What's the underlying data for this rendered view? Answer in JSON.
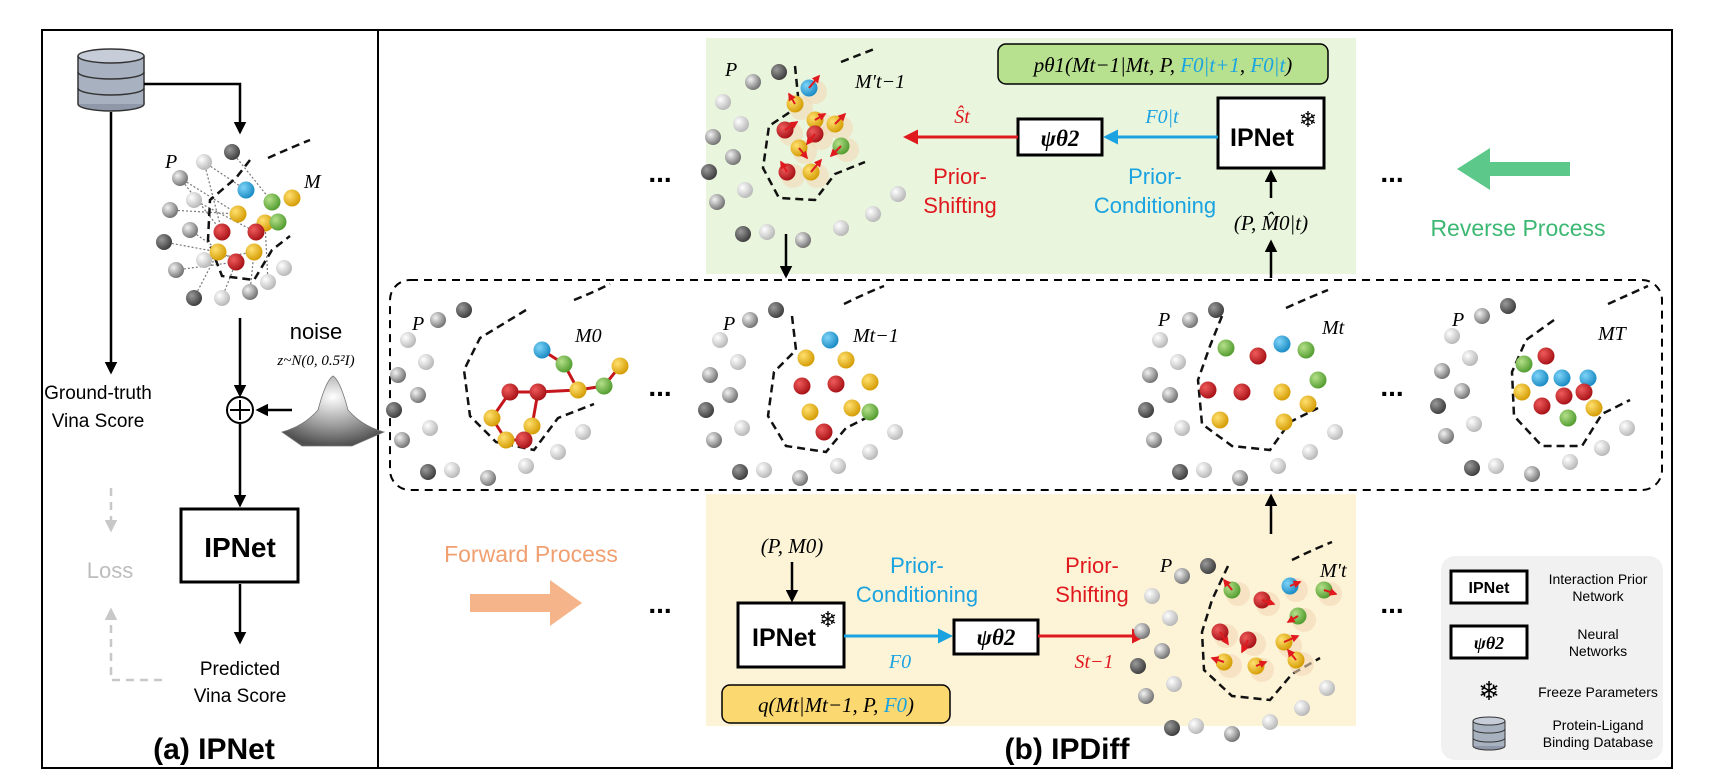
{
  "panel_a": {
    "title": "(a) IPNet",
    "pocket_P": "P",
    "pocket_M": "M",
    "noise_label": "noise",
    "noise_formula": "z~N(0, 0.5²I)",
    "gt_score_line1": "Ground-truth",
    "gt_score_line2": "Vina Score",
    "loss": "Loss",
    "ipnet_box": "IPNet",
    "pred_line1": "Predicted",
    "pred_line2": "Vina Score"
  },
  "panel_b": {
    "title": "(b) IPDiff",
    "reverse": {
      "formula_prefix": "pθ1(Mt−1|Mt, P, ",
      "formula_f1": "F0|t+1",
      "formula_comma": ", ",
      "formula_f2": "F0|t",
      "formula_suffix": ")",
      "ipnet_box": "IPNet",
      "psi_box": "ψθ2",
      "arrow_f_label": "F0|t",
      "arrow_s_label": "Ŝt",
      "prior_shifting_line1": "Prior-",
      "prior_shifting_line2": "Shifting",
      "prior_conditioning_line1": "Prior-",
      "prior_conditioning_line2": "Conditioning",
      "input_label": "(P, M̂0|t)",
      "pocket_P": "P",
      "pocket_M": "M′t−1",
      "process_label": "Reverse Process"
    },
    "middle": {
      "states": [
        {
          "P": "P",
          "M": "M0"
        },
        {
          "P": "P",
          "M": "Mt−1"
        },
        {
          "P": "P",
          "M": "Mt"
        },
        {
          "P": "P",
          "M": "MT"
        }
      ],
      "ellipsis": "..."
    },
    "forward": {
      "process_label": "Forward Process",
      "input_label": "(P, M0)",
      "ipnet_box": "IPNet",
      "psi_box": "ψθ2",
      "arrow_f_label": "F0",
      "arrow_s_label": "St−1",
      "prior_conditioning_line1": "Prior-",
      "prior_conditioning_line2": "Conditioning",
      "prior_shifting_line1": "Prior-",
      "prior_shifting_line2": "Shifting",
      "formula_prefix": "q(Mt|Mt−1, P, ",
      "formula_f": "F0",
      "formula_suffix": ")",
      "pocket_P": "P",
      "pocket_M": "M′t"
    },
    "legend": [
      {
        "symbol": "IPNet",
        "text_line1": "Interaction Prior",
        "text_line2": "Network"
      },
      {
        "symbol": "ψθ2",
        "text_line1": "Neural",
        "text_line2": "Networks"
      },
      {
        "symbol": "snowflake-icon",
        "text_line1": "Freeze Parameters",
        "text_line2": ""
      },
      {
        "symbol": "database-icon",
        "text_line1": "Protein-Ligand",
        "text_line2": "Binding Database"
      }
    ]
  },
  "colors": {
    "red": "#e0191f",
    "blue": "#1aa3e0",
    "green": "#4cc27f",
    "orange": "#f0a070",
    "green_bg": "#e9f5dc",
    "yellow_bg": "#fdf3d6",
    "atom_red": "#c4161c",
    "atom_yellow": "#e8b10e",
    "atom_green": "#6aae3f",
    "atom_blue": "#1e9fd8"
  }
}
